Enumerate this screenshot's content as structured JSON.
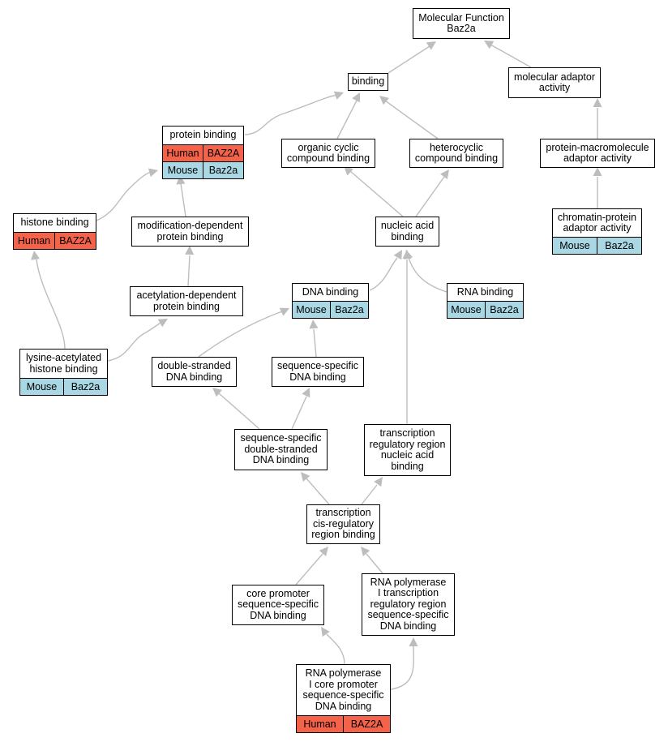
{
  "colors": {
    "human": "#f4624a",
    "mouse": "#a9d7e4",
    "edge": "#bdbdbd"
  },
  "nodes": {
    "mf": {
      "lines": [
        "Molecular Function",
        "Baz2a"
      ],
      "orgs": []
    },
    "binding": {
      "lines": [
        "binding"
      ],
      "orgs": []
    },
    "adaptor": {
      "lines": [
        "molecular adaptor",
        "activity"
      ],
      "orgs": []
    },
    "protein": {
      "lines": [
        "protein binding"
      ],
      "orgs": [
        {
          "type": "human",
          "org": "Human",
          "gene": "BAZ2A"
        },
        {
          "type": "mouse",
          "org": "Mouse",
          "gene": "Baz2a"
        }
      ]
    },
    "organic": {
      "lines": [
        "organic cyclic",
        "compound binding"
      ],
      "orgs": []
    },
    "hetero": {
      "lines": [
        "heterocyclic",
        "compound binding"
      ],
      "orgs": []
    },
    "pmacro": {
      "lines": [
        "protein-macromolecule",
        "adaptor activity"
      ],
      "orgs": []
    },
    "histone": {
      "lines": [
        "histone binding"
      ],
      "orgs": [
        {
          "type": "human",
          "org": "Human",
          "gene": "BAZ2A"
        }
      ]
    },
    "moddep": {
      "lines": [
        "modification-dependent",
        "protein binding"
      ],
      "orgs": []
    },
    "nucleic": {
      "lines": [
        "nucleic acid",
        "binding"
      ],
      "orgs": []
    },
    "chromatin": {
      "lines": [
        "chromatin-protein",
        "adaptor activity"
      ],
      "orgs": [
        {
          "type": "mouse",
          "org": "Mouse",
          "gene": "Baz2a"
        }
      ]
    },
    "acetyl": {
      "lines": [
        "acetylation-dependent",
        "protein binding"
      ],
      "orgs": []
    },
    "dna": {
      "lines": [
        "DNA binding"
      ],
      "orgs": [
        {
          "type": "mouse",
          "org": "Mouse",
          "gene": "Baz2a"
        }
      ]
    },
    "rna": {
      "lines": [
        "RNA binding"
      ],
      "orgs": [
        {
          "type": "mouse",
          "org": "Mouse",
          "gene": "Baz2a"
        }
      ]
    },
    "lysine": {
      "lines": [
        "lysine-acetylated",
        "histone binding"
      ],
      "orgs": [
        {
          "type": "mouse",
          "org": "Mouse",
          "gene": "Baz2a"
        }
      ]
    },
    "dsdna": {
      "lines": [
        "double-stranded",
        "DNA binding"
      ],
      "orgs": []
    },
    "seqdna": {
      "lines": [
        "sequence-specific",
        "DNA binding"
      ],
      "orgs": []
    },
    "ssds": {
      "lines": [
        "sequence-specific",
        "double-stranded",
        "DNA binding"
      ],
      "orgs": []
    },
    "trnucl": {
      "lines": [
        "transcription",
        "regulatory region",
        "nucleic acid",
        "binding"
      ],
      "orgs": []
    },
    "cisreg": {
      "lines": [
        "transcription",
        "cis-regulatory",
        "region binding"
      ],
      "orgs": []
    },
    "corepro": {
      "lines": [
        "core promoter",
        "sequence-specific",
        "DNA binding"
      ],
      "orgs": []
    },
    "rnapol1tr": {
      "lines": [
        "RNA polymerase",
        "I transcription",
        "regulatory region",
        "sequence-specific",
        "DNA binding"
      ],
      "orgs": []
    },
    "rnapol1core": {
      "lines": [
        "RNA polymerase",
        "I core promoter",
        "sequence-specific",
        "DNA binding"
      ],
      "orgs": [
        {
          "type": "human",
          "org": "Human",
          "gene": "BAZ2A"
        }
      ]
    }
  }
}
